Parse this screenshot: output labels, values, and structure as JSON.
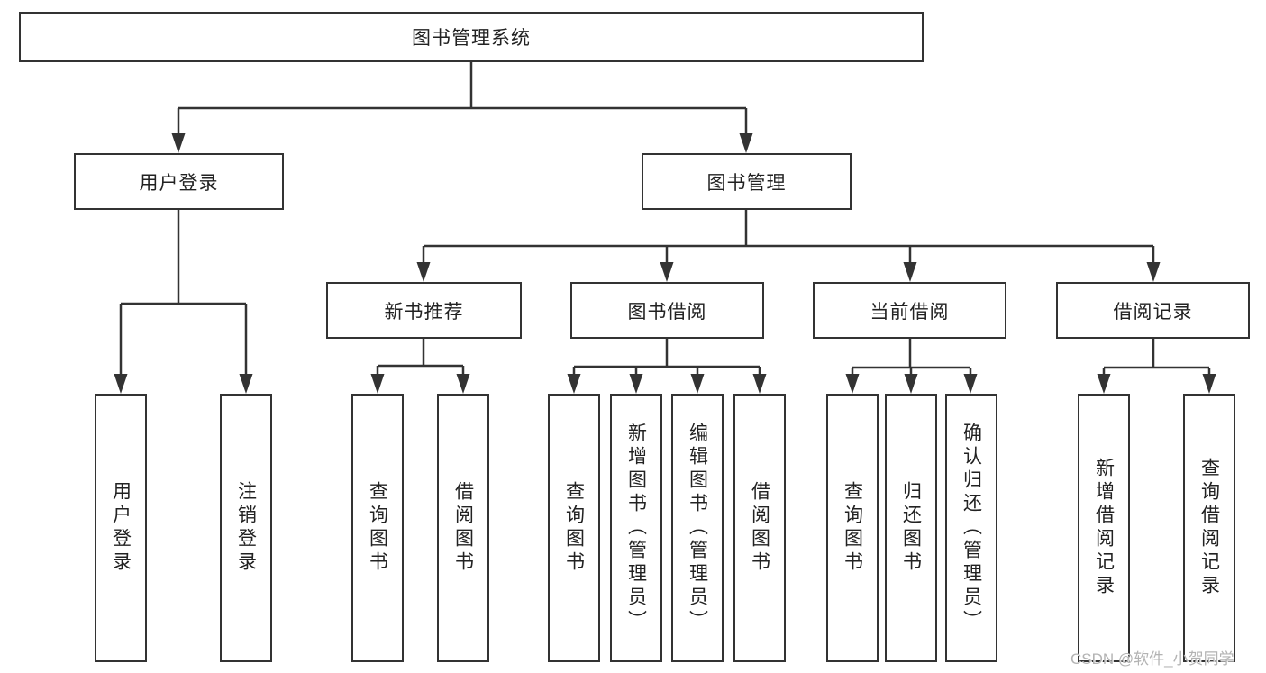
{
  "diagram": {
    "title": "图书管理系统",
    "branches": [
      {
        "label": "用户登录",
        "leaves": [
          "用户登录",
          "注销登录"
        ]
      },
      {
        "label": "图书管理",
        "groups": [
          {
            "label": "新书推荐",
            "leaves": [
              "查询图书",
              "借阅图书"
            ]
          },
          {
            "label": "图书借阅",
            "leaves": [
              "查询图书",
              "新增图书（管理员）",
              "编辑图书（管理员）",
              "借阅图书"
            ]
          },
          {
            "label": "当前借阅",
            "leaves": [
              "查询图书",
              "归还图书",
              "确认归还（管理员）"
            ]
          },
          {
            "label": "借阅记录",
            "leaves": [
              "新增借阅记录",
              "查询借阅记录"
            ]
          }
        ]
      }
    ]
  },
  "watermark": {
    "text": "CSDN @软件_小贺同学"
  },
  "colors": {
    "line": "#333333",
    "text": "#222222",
    "background": "#ffffff",
    "watermark": "#b3b3b3"
  }
}
